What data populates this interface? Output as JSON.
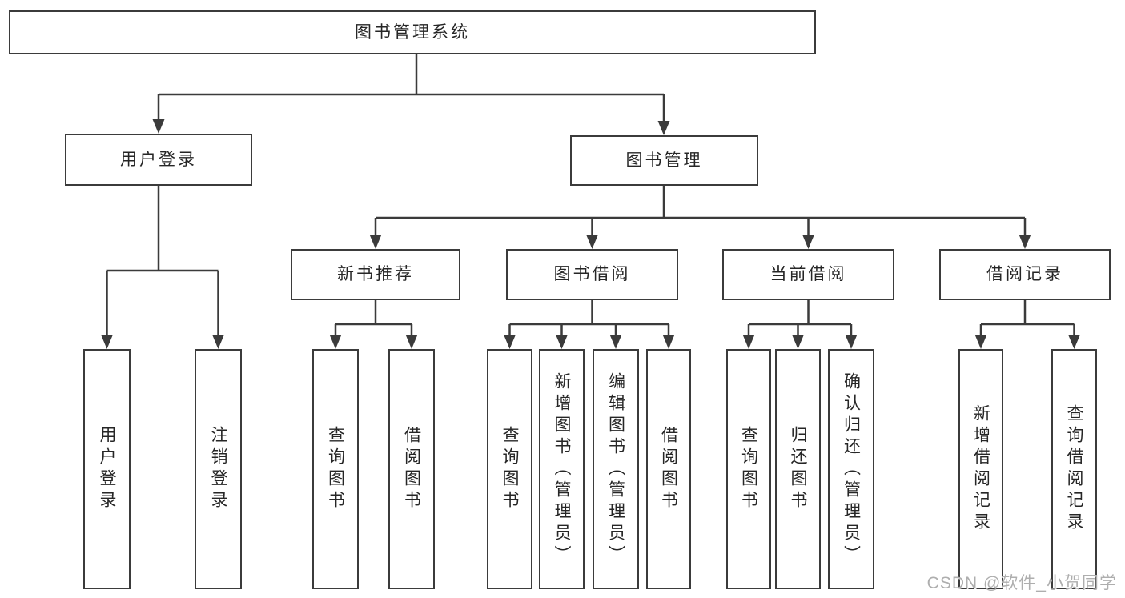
{
  "colors": {
    "line": "#3b3b3b",
    "node_border": "#3b3b3b",
    "node_bg": "#ffffff",
    "text": "#262626",
    "watermark_text_color": "#aeaeae"
  },
  "tree": {
    "root": {
      "label": "图书管理系统"
    },
    "user_login": {
      "label": "用户登录",
      "children": [
        {
          "label": "用户登录"
        },
        {
          "label": "注销登录"
        }
      ]
    },
    "book_management": {
      "label": "图书管理",
      "children": [
        {
          "label": "新书推荐",
          "children": [
            {
              "label": "查询图书"
            },
            {
              "label": "借阅图书"
            }
          ]
        },
        {
          "label": "图书借阅",
          "children": [
            {
              "label": "查询图书"
            },
            {
              "label": "新增图书（管理员）"
            },
            {
              "label": "编辑图书（管理员）"
            },
            {
              "label": "借阅图书"
            }
          ]
        },
        {
          "label": "当前借阅",
          "children": [
            {
              "label": "查询图书"
            },
            {
              "label": "归还图书"
            },
            {
              "label": "确认归还（管理员）"
            }
          ]
        },
        {
          "label": "借阅记录",
          "children": [
            {
              "label": "新增借阅记录"
            },
            {
              "label": "查询借阅记录"
            }
          ]
        }
      ]
    }
  },
  "watermark": {
    "text": "CSDN @软件_小贺同学"
  }
}
